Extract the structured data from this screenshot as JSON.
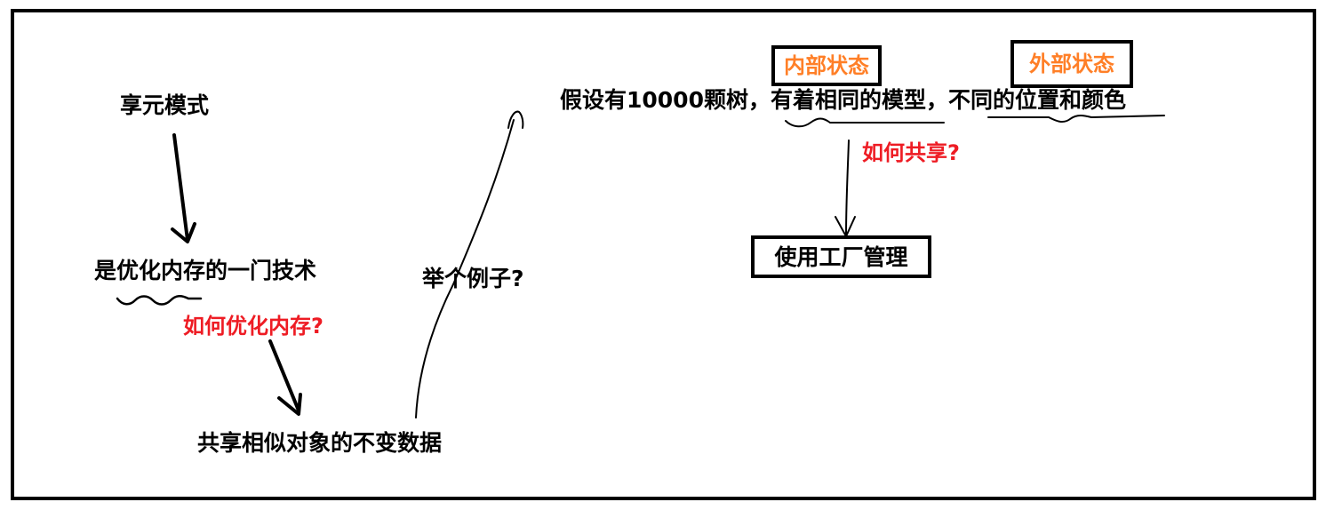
{
  "flyweight_title": "享元模式",
  "definition": "是优化内存的一门技术",
  "question_optimize": "如何优化内存?",
  "answer_share": "共享相似对象的不变数据",
  "question_example": "举个例子?",
  "example_pre": "假设有10000颗树，",
  "example_intrinsic": "有着相同的模型",
  "example_comma": "，",
  "example_extrinsic": "不同的位置和颜色",
  "intrinsic_state": "内部状态",
  "extrinsic_state": "外部状态",
  "question_share": "如何共享?",
  "factory_management": "使用工厂管理",
  "colors": {
    "question_red": "#ee1c24",
    "state_orange": "#ff7f27",
    "ink": "#000000"
  }
}
